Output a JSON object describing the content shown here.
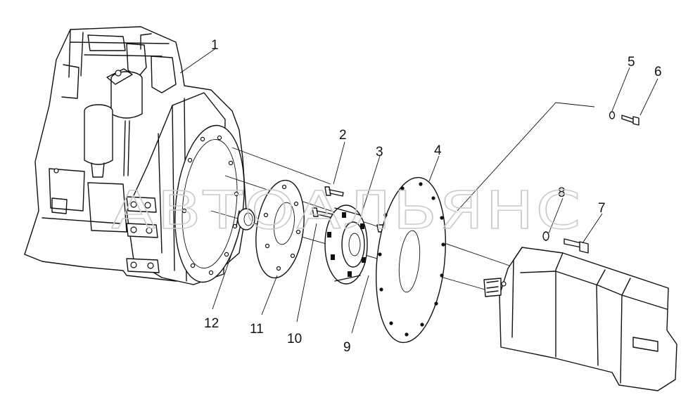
{
  "watermark": "АВТОАЛЬЯНС",
  "callouts": [
    "1",
    "2",
    "3",
    "4",
    "5",
    "6",
    "7",
    "8",
    "9",
    "10",
    "11",
    "12"
  ],
  "parts": {
    "p1": "engine-block",
    "p2": "bolt",
    "p3": "hub-bolt",
    "p4": "large-disc",
    "p5": "washer",
    "p6": "bolt",
    "p7": "bolt",
    "p8": "washer",
    "p9": "hub-flange",
    "p10": "bolt",
    "p11": "thin-plate",
    "p12": "bushing",
    "generator": "generator-unit"
  }
}
